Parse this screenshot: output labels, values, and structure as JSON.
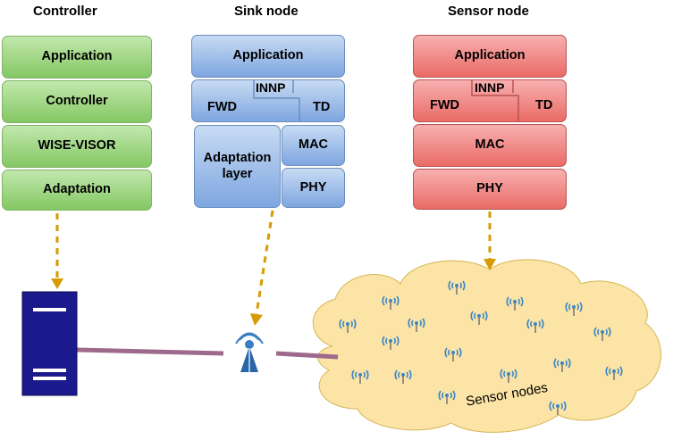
{
  "columns": {
    "controller": {
      "title": "Controller",
      "layers": [
        "Application",
        "Controller",
        "WISE-VISOR",
        "Adaptation"
      ]
    },
    "sink": {
      "title": "Sink node",
      "application": "Application",
      "innp": "INNP",
      "fwd": "FWD",
      "td": "TD",
      "adaptation": "Adaptation layer",
      "mac": "MAC",
      "phy": "PHY"
    },
    "sensor": {
      "title": "Sensor node",
      "application": "Application",
      "innp": "INNP",
      "fwd": "FWD",
      "td": "TD",
      "mac": "MAC",
      "phy": "PHY"
    }
  },
  "cloud_label": "Sensor nodes",
  "icons": {
    "server": "server-icon",
    "sink_antenna": "antenna-icon",
    "sensor": "wireless-sensor-icon"
  },
  "colors": {
    "controller_fill": "#97d077",
    "sink_fill": "#a9c4eb",
    "sensor_fill": "#f19c99",
    "arrow": "#d79b00",
    "link": "#9e6a8c",
    "server": "#1a1a8c",
    "cloud": "#fbe4a5"
  }
}
